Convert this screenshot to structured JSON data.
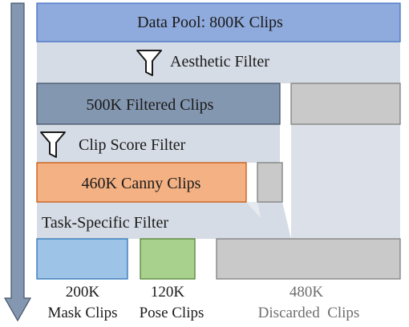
{
  "pool_label": "Data Pool: 800K Clips",
  "aesthetic_filter_label": "Aesthetic Filter",
  "filtered_label": "500K Filtered Clips",
  "clip_score_filter_label": "Clip Score Filter",
  "canny_label": "460K Canny Clips",
  "task_filter_label": "Task-Specific Filter",
  "outputs": {
    "mask": {
      "count": "200K",
      "name": "Mask Clips"
    },
    "pose": {
      "count": "120K",
      "name": "Pose Clips"
    },
    "discarded": {
      "count": "480K",
      "name": "Discarded  Clips"
    }
  },
  "colors": {
    "pool": "#8faadc",
    "filtered": "#8497b0",
    "canny": "#f4b183",
    "mask": "#9dc3e6",
    "pose": "#a9d18e",
    "discarded": "#c9c9c9",
    "funnel": "#d6dce5",
    "arrow": "#8497b0"
  }
}
